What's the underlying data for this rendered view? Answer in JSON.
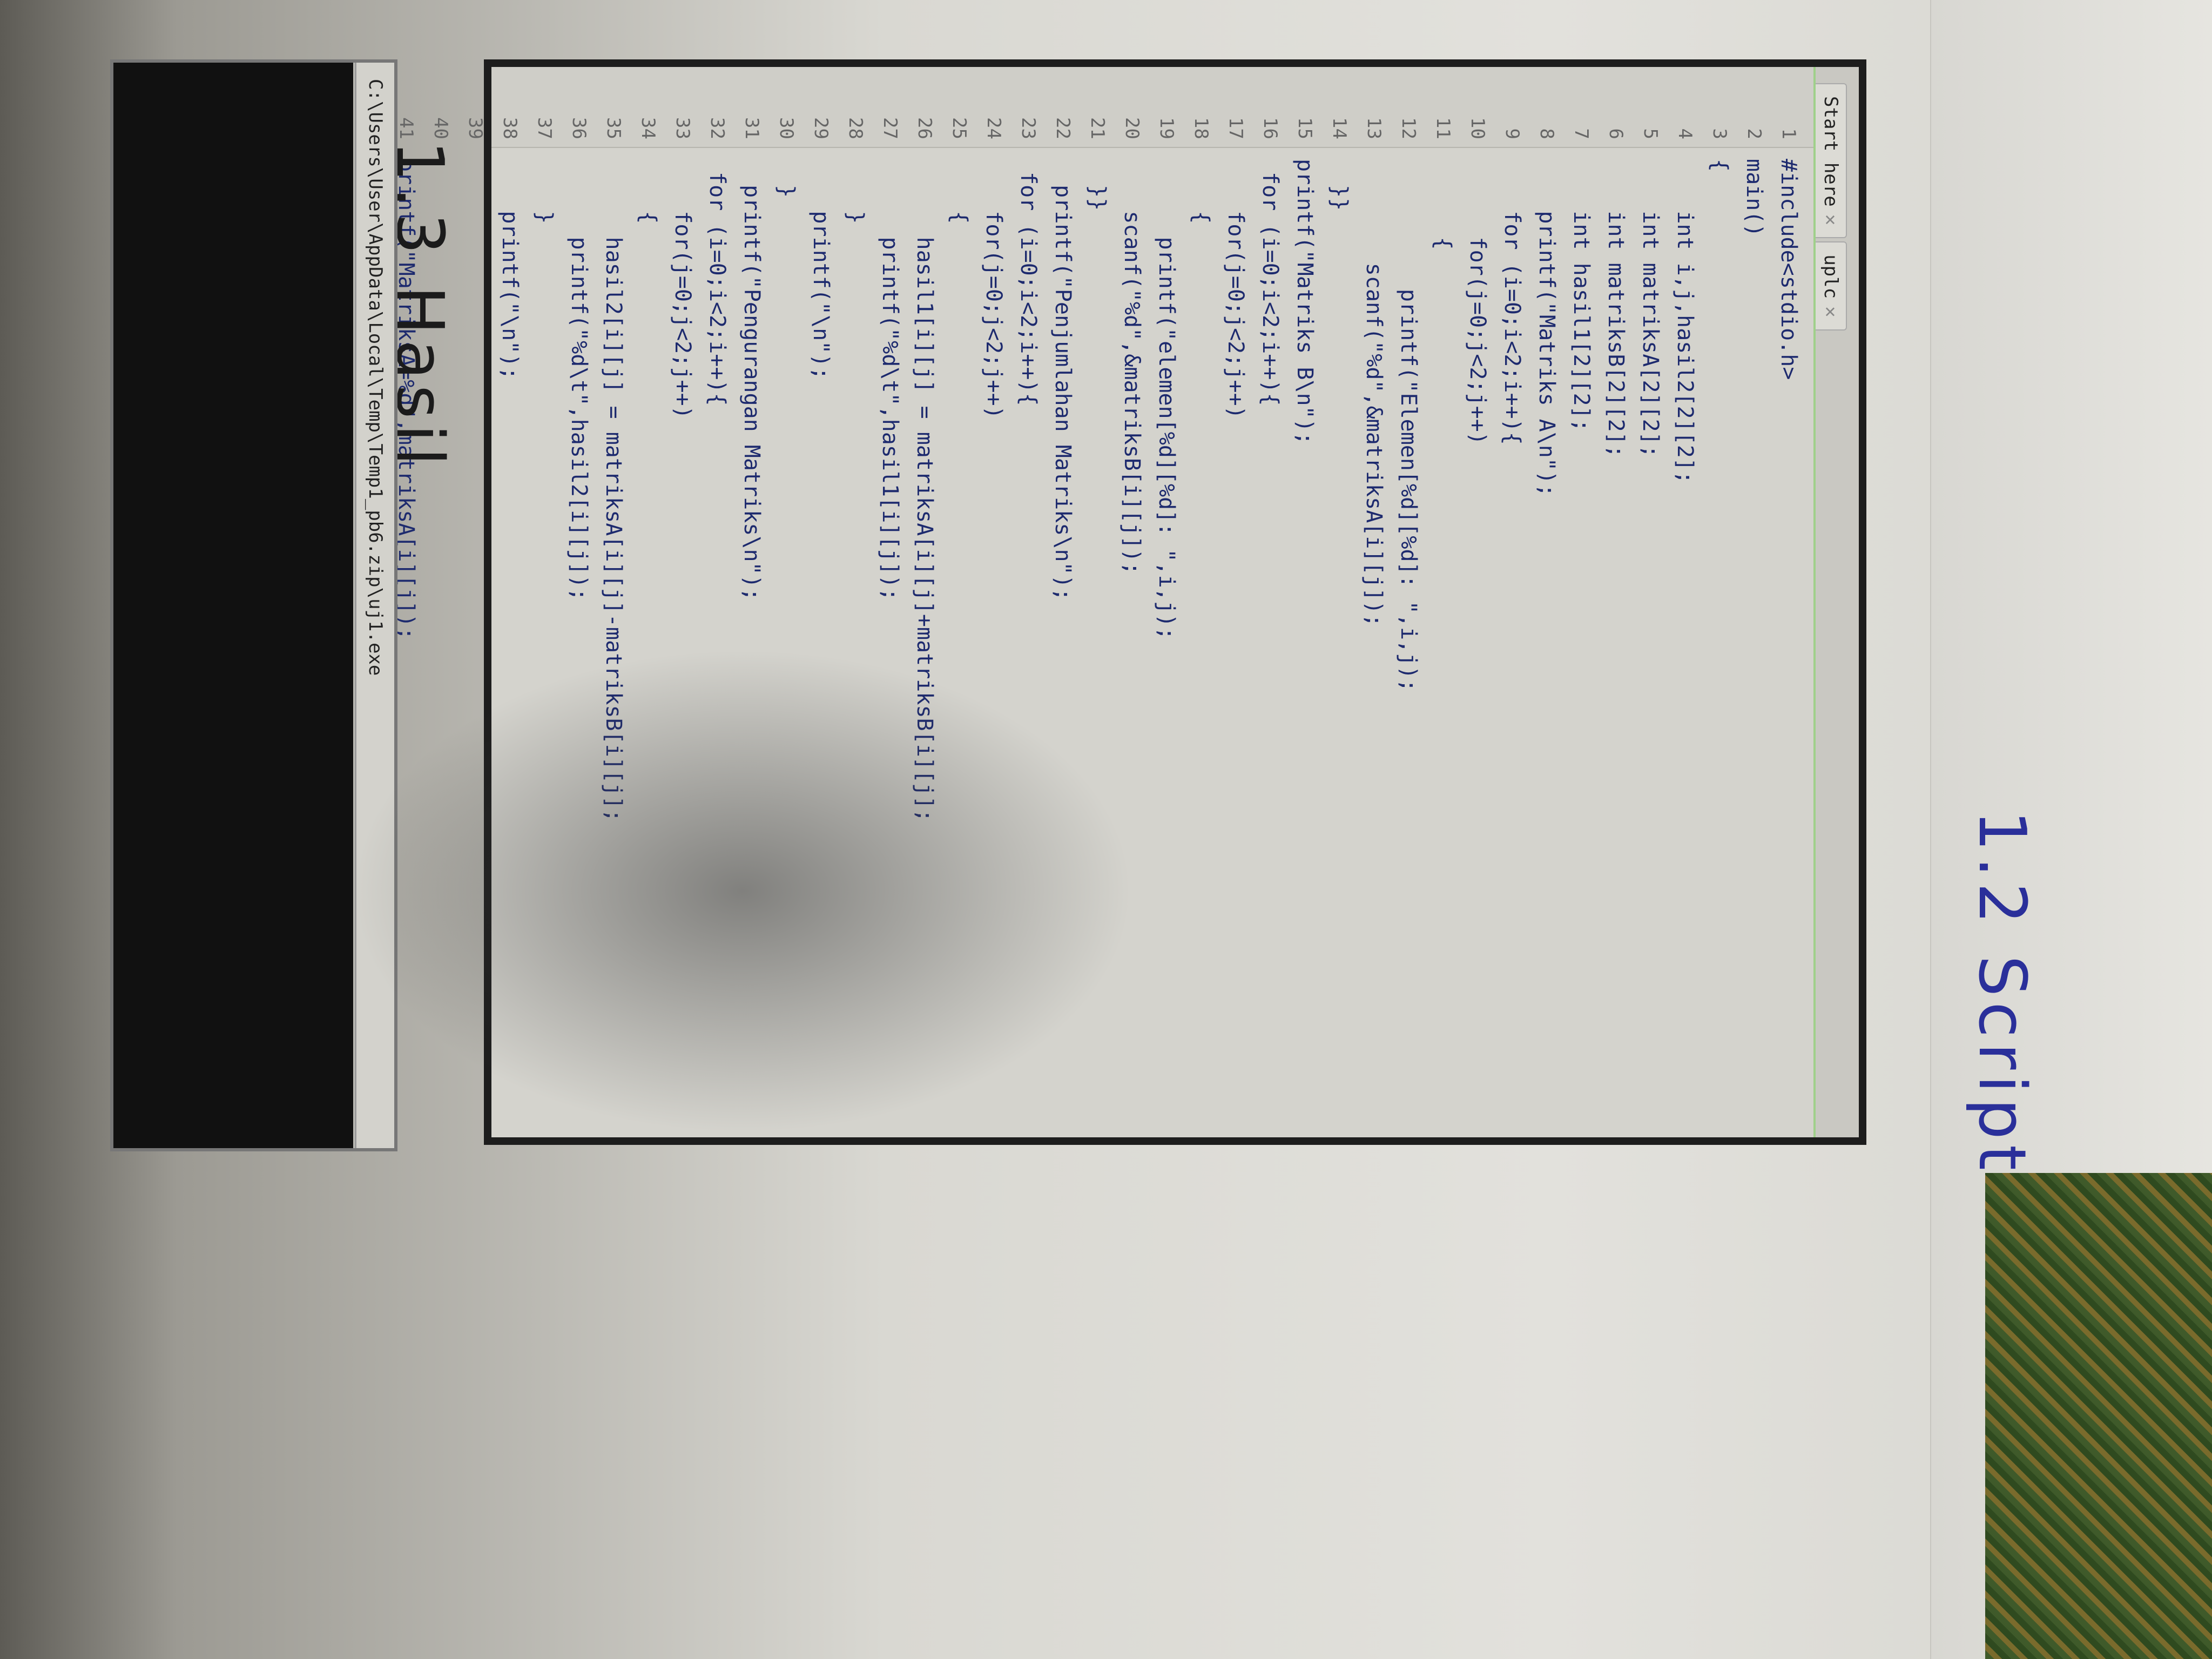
{
  "photo": {
    "labels": {
      "script": "1.2   Script",
      "hasil": "1.3      Hasil"
    }
  },
  "editor": {
    "tabs": [
      {
        "label": "Start here"
      },
      {
        "label": "uplc"
      }
    ],
    "lines": [
      {
        "num": "1",
        "text": "#include<stdio.h>"
      },
      {
        "num": "2",
        "text": "main()"
      },
      {
        "num": "3",
        "text": "{"
      },
      {
        "num": "4",
        "text": "    int i,j,hasil2[2][2];"
      },
      {
        "num": "5",
        "text": "    int matriksA[2][2];"
      },
      {
        "num": "6",
        "text": "    int matriksB[2][2];"
      },
      {
        "num": "7",
        "text": "    int hasil1[2][2];"
      },
      {
        "num": "8",
        "text": "    printf(\"Matriks A\\n\");"
      },
      {
        "num": "9",
        "text": "    for (i=0;i<2;i++){"
      },
      {
        "num": "10",
        "text": "      for(j=0;j<2;j++)"
      },
      {
        "num": "11",
        "text": "      {"
      },
      {
        "num": "12",
        "text": "          printf(\"Elemen[%d][%d]: \",i,j);"
      },
      {
        "num": "13",
        "text": "        scanf(\"%d\",&matriksA[i][j]);"
      },
      {
        "num": "14",
        "text": "  }}"
      },
      {
        "num": "15",
        "text": "printf(\"Matriks B\\n\");"
      },
      {
        "num": "16",
        "text": " for (i=0;i<2;i++){"
      },
      {
        "num": "17",
        "text": "    for(j=0;j<2;j++)"
      },
      {
        "num": "18",
        "text": "    {"
      },
      {
        "num": "19",
        "text": "      printf(\"elemen[%d][%d]: \",i,j);"
      },
      {
        "num": "20",
        "text": "    scanf(\"%d\",&matriksB[i][j]);"
      },
      {
        "num": "21",
        "text": "  }}"
      },
      {
        "num": "22",
        "text": "  printf(\"Penjumlahan Matriks\\n\");"
      },
      {
        "num": "23",
        "text": " for (i=0;i<2;i++){"
      },
      {
        "num": "24",
        "text": "    for(j=0;j<2;j++)"
      },
      {
        "num": "25",
        "text": "    {"
      },
      {
        "num": "26",
        "text": "      hasil1[i][j] = matriksA[i][j]+matriksB[i][j];"
      },
      {
        "num": "27",
        "text": "      printf(\"%d\\t\",hasil1[i][j]);"
      },
      {
        "num": "28",
        "text": "    }"
      },
      {
        "num": "29",
        "text": "    printf(\"\\n\");"
      },
      {
        "num": "30",
        "text": "  }"
      },
      {
        "num": "31",
        "text": "  printf(\"Pengurangan Matriks\\n\");"
      },
      {
        "num": "32",
        "text": " for (i=0;i<2;i++){"
      },
      {
        "num": "33",
        "text": "    for(j=0;j<2;j++)"
      },
      {
        "num": "34",
        "text": "    {"
      },
      {
        "num": "35",
        "text": "      hasil2[i][j] = matriksA[i][j]-matriksB[i][j];"
      },
      {
        "num": "36",
        "text": "      printf(\"%d\\t\",hasil2[i][j]);"
      },
      {
        "num": "37",
        "text": "    }"
      },
      {
        "num": "38",
        "text": "    printf(\"\\n\");"
      },
      {
        "num": "39",
        "text": ""
      },
      {
        "num": "40",
        "text": ""
      },
      {
        "num": "41",
        "text": "printf(\"MatriksA=%d\",matriksA[i][j]);"
      }
    ]
  },
  "console": {
    "title": "C:\\Users\\User\\AppData\\Local\\Temp\\Temp1_pb6.zip\\uj1.exe"
  }
}
